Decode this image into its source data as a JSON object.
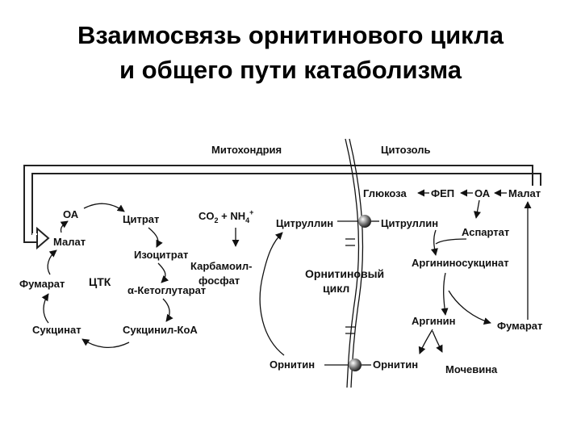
{
  "title": {
    "line1": "Взаимосвязь орнитинового цикла",
    "line2": "и общего пути катаболизма"
  },
  "compartments": {
    "mitochondria": "Митохондрия",
    "cytosol": "Цитозоль"
  },
  "tca": {
    "oa": "ОА",
    "citrate": "Цитрат",
    "isocitrate": "Изоцитрат",
    "alpha": "α",
    "ketoglutarate": "-Кетоглутарат",
    "succinyl_coa": "Сукцинил-КоА",
    "succinate": "Сукцинат",
    "fumarate": "Фумарат",
    "malate": "Малат",
    "center": "ЦТК"
  },
  "mito": {
    "co2": "CO",
    "co2_sub": "2",
    "nh4": " + NH",
    "nh4_sub": "4",
    "nh4_sup": "+",
    "carbamoyl1": "Карбамоил-",
    "carbamoyl2": "фосфат",
    "citrulline": "Цитруллин",
    "ornithine": "Орнитин"
  },
  "cycle": {
    "line1": "Орнитиновый",
    "line2": "цикл"
  },
  "cyto": {
    "glucose": "Глюкоза",
    "pep": "ФЕП",
    "oa": "ОА",
    "malate": "Малат",
    "citrulline": "Цитруллин",
    "aspartate": "Аспартат",
    "argininosuccinate": "Аргининосукцинат",
    "arginine": "Аргинин",
    "fumarate": "Фумарат",
    "ornithine": "Орнитин",
    "urea": "Мочевина"
  }
}
